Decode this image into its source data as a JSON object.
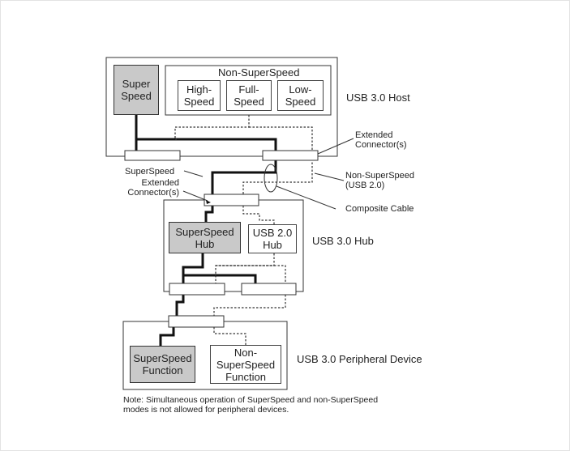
{
  "host": {
    "label": "USB 3.0 Host",
    "superspeed_box": "Super\nSpeed",
    "non_superspeed_title": "Non-SuperSpeed",
    "high_speed": "High-\nSpeed",
    "full_speed": "Full-\nSpeed",
    "low_speed": "Low-\nSpeed"
  },
  "callouts": {
    "extended_connector_right": "Extended\nConnector(s)",
    "superspeed": "SuperSpeed",
    "extended_connector_left": "Extended\nConnector(s)",
    "non_superspeed": "Non-SuperSpeed\n(USB 2.0)",
    "composite_cable": "Composite Cable"
  },
  "hub": {
    "label": "USB 3.0 Hub",
    "superspeed_hub": "SuperSpeed\nHub",
    "usb20_hub": "USB 2.0\nHub"
  },
  "device": {
    "label": "USB 3.0 Peripheral Device",
    "superspeed_function": "SuperSpeed\nFunction",
    "non_superspeed_function": "Non-\nSuperSpeed\nFunction"
  },
  "note": "Note: Simultaneous operation of SuperSpeed and non-SuperSpeed\nmodes is not allowed for peripheral devices."
}
